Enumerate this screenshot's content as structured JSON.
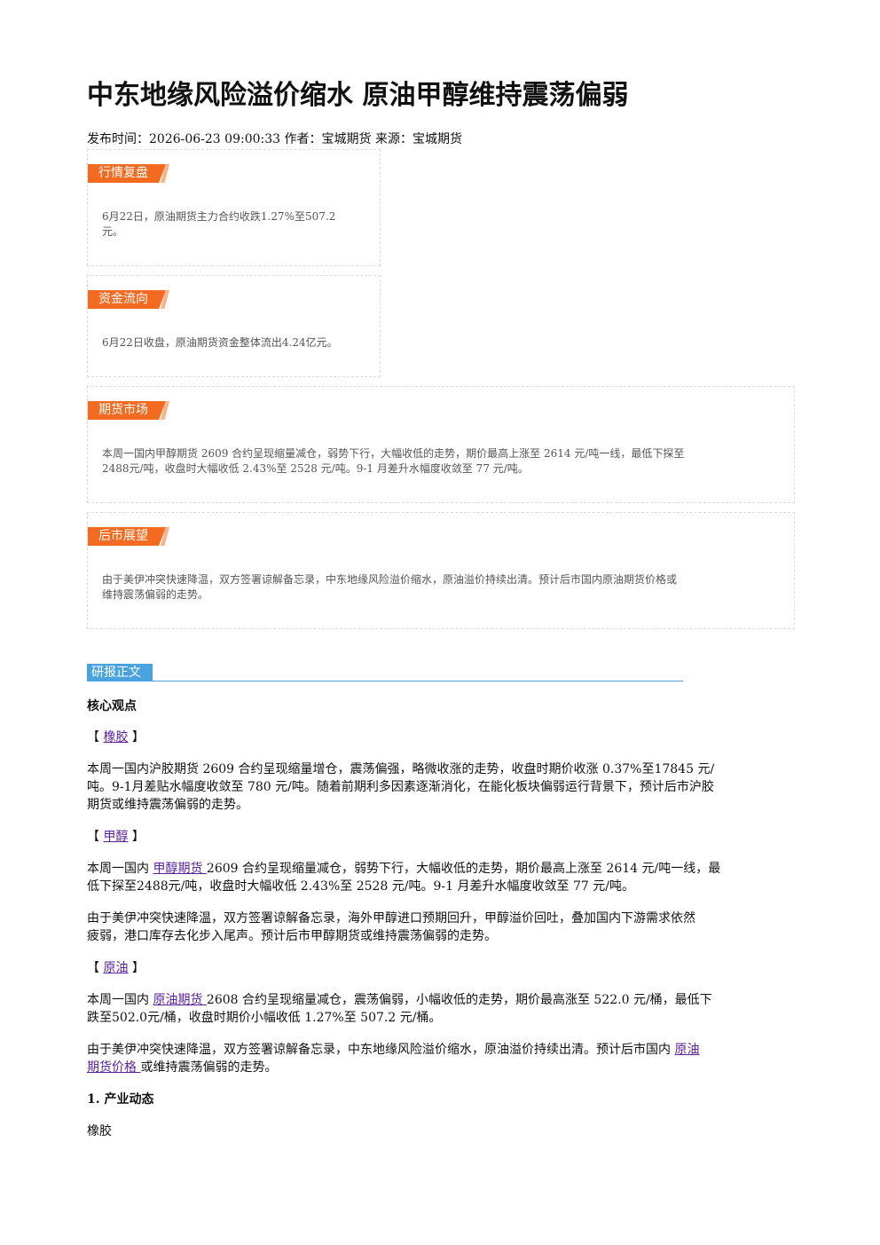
{
  "title": "中东地缘风险溢价缩水 原油甲醇维持震荡偏弱",
  "meta": "发布时间：2026-06-23 09:00:33 作者：宝城期货 来源：宝城期货",
  "boxes": [
    {
      "tag": "行情复盘",
      "text_line1": "6月22日，原油期货主力合约收跌1.27%至507.2",
      "text_line2": "元。"
    },
    {
      "tag": "资金流向",
      "text_line1": "6月22日收盘，原油期货资金整体流出4.24亿元。"
    },
    {
      "tag": "期货市场",
      "text_line1": "本周一国内甲醇期货 2609 合约呈现缩量减仓，弱势下行，大幅收低的走势，期价最高上涨至 2614 元/吨一线，最低下探至",
      "text_line2": "2488元/吨，收盘时大幅收低 2.43%至 2528 元/吨。9-1 月差升水幅度收敛至 77 元/吨。"
    },
    {
      "tag": "后市展望",
      "text_line1": "由于美伊冲突快速降温，双方签署谅解备忘录，中东地缘风险溢价缩水，原油溢价持续出清。预计后市国内原油期货价格或",
      "text_line2": "维持震荡偏弱的走势。"
    }
  ],
  "section_label": "研报正文",
  "core_title": "核心观点",
  "rubber": {
    "bracket_open": "【",
    "link": "橡胶",
    "bracket_close": "】",
    "line1": "本周一国内沪胶期货 2609 合约呈现缩量增仓，震荡偏强，略微收涨的走势，收盘时期价收涨 0.37%至17845 元/",
    "line2": "吨。9-1月差贴水幅度收敛至 780 元/吨。随着前期利多因素逐渐消化，在能化板块偏弱运行背景下，预计后市沪胶",
    "line3": "期货或维持震荡偏弱的走势。"
  },
  "methanol": {
    "bracket_open": "【",
    "link": "甲醇",
    "bracket_close": "】",
    "p1_pre": "本周一国内 ",
    "p1_link": "甲醇期货 ",
    "p1_post": "2609 合约呈现缩量减仓，弱势下行，大幅收低的走势，期价最高上涨至 2614 元/吨一线，最",
    "p1_line2": "低下探至2488元/吨，收盘时大幅收低 2.43%至 2528 元/吨。9-1 月差升水幅度收敛至 77 元/吨。",
    "p2_line1": "由于美伊冲突快速降温，双方签署谅解备忘录，海外甲醇进口预期回升，甲醇溢价回吐，叠加国内下游需求依然",
    "p2_line2": "疲弱，港口库存去化步入尾声。预计后市甲醇期货或维持震荡偏弱的走势。"
  },
  "crude": {
    "bracket_open": "【",
    "link": "原油",
    "bracket_close": "】",
    "p1_pre": "本周一国内 ",
    "p1_link": "原油期货 ",
    "p1_post": "2608 合约呈现缩量减仓，震荡偏弱，小幅收低的走势，期价最高涨至 522.0 元/桶，最低下",
    "p1_line2": "跌至502.0元/桶，收盘时期价小幅收低 1.27%至 507.2 元/桶。",
    "p2_pre": "由于美伊冲突快速降温，双方签署谅解备忘录，中东地缘风险溢价缩水，原油溢价持续出清。预计后市国内 ",
    "p2_link1": "原油",
    "p2_link2": "期货价格 ",
    "p2_post": "或维持震荡偏弱的走势。"
  },
  "industry_title": "1. 产业动态",
  "industry_sub": "橡胶"
}
